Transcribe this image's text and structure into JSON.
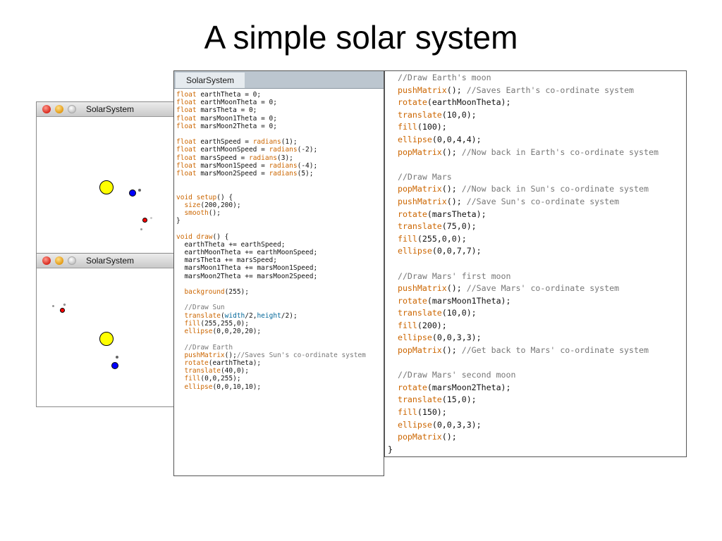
{
  "slide": {
    "title": "A simple solar system"
  },
  "sketch_windows": [
    {
      "title": "SolarSystem",
      "bodies": [
        {
          "name": "sun",
          "color": "#ffff00"
        },
        {
          "name": "earth",
          "color": "#0000ff"
        },
        {
          "name": "earth-moon",
          "color": "#646464"
        },
        {
          "name": "mars",
          "color": "#ff0000"
        },
        {
          "name": "mars-moon-1",
          "color": "#c8c8c8"
        },
        {
          "name": "mars-moon-2",
          "color": "#969696"
        }
      ]
    },
    {
      "title": "SolarSystem",
      "bodies": [
        {
          "name": "sun",
          "color": "#ffff00"
        },
        {
          "name": "earth",
          "color": "#0000ff"
        },
        {
          "name": "earth-moon",
          "color": "#646464"
        },
        {
          "name": "mars",
          "color": "#ff0000"
        },
        {
          "name": "mars-moon-1",
          "color": "#c8c8c8"
        },
        {
          "name": "mars-moon-2",
          "color": "#969696"
        }
      ]
    }
  ],
  "editor": {
    "tab_label": "SolarSystem",
    "left_lines": [
      [
        [
          "kw",
          "float"
        ],
        [
          "t",
          " earthTheta = 0;"
        ]
      ],
      [
        [
          "kw",
          "float"
        ],
        [
          "t",
          " earthMoonTheta = 0;"
        ]
      ],
      [
        [
          "kw",
          "float"
        ],
        [
          "t",
          " marsTheta = 0;"
        ]
      ],
      [
        [
          "kw",
          "float"
        ],
        [
          "t",
          " marsMoon1Theta = 0;"
        ]
      ],
      [
        [
          "kw",
          "float"
        ],
        [
          "t",
          " marsMoon2Theta = 0;"
        ]
      ],
      [
        [
          "t",
          ""
        ]
      ],
      [
        [
          "kw",
          "float"
        ],
        [
          "t",
          " earthSpeed = "
        ],
        [
          "kw",
          "radians"
        ],
        [
          "t",
          "(1);"
        ]
      ],
      [
        [
          "kw",
          "float"
        ],
        [
          "t",
          " earthMoonSpeed = "
        ],
        [
          "kw",
          "radians"
        ],
        [
          "t",
          "(-2);"
        ]
      ],
      [
        [
          "kw",
          "float"
        ],
        [
          "t",
          " marsSpeed = "
        ],
        [
          "kw",
          "radians"
        ],
        [
          "t",
          "(3);"
        ]
      ],
      [
        [
          "kw",
          "float"
        ],
        [
          "t",
          " marsMoon1Speed = "
        ],
        [
          "kw",
          "radians"
        ],
        [
          "t",
          "(-4);"
        ]
      ],
      [
        [
          "kw",
          "float"
        ],
        [
          "t",
          " marsMoon2Speed = "
        ],
        [
          "kw",
          "radians"
        ],
        [
          "t",
          "(5);"
        ]
      ],
      [
        [
          "t",
          ""
        ]
      ],
      [
        [
          "t",
          ""
        ]
      ],
      [
        [
          "kw",
          "void"
        ],
        [
          "t",
          " "
        ],
        [
          "kw",
          "setup"
        ],
        [
          "t",
          "() {"
        ]
      ],
      [
        [
          "t",
          "  "
        ],
        [
          "kw",
          "size"
        ],
        [
          "t",
          "(200,200);"
        ]
      ],
      [
        [
          "t",
          "  "
        ],
        [
          "kw",
          "smooth"
        ],
        [
          "t",
          "();"
        ]
      ],
      [
        [
          "t",
          "}"
        ]
      ],
      [
        [
          "t",
          ""
        ]
      ],
      [
        [
          "kw",
          "void"
        ],
        [
          "t",
          " "
        ],
        [
          "kw",
          "draw"
        ],
        [
          "t",
          "() {"
        ]
      ],
      [
        [
          "t",
          "  earthTheta += earthSpeed;"
        ]
      ],
      [
        [
          "t",
          "  earthMoonTheta += earthMoonSpeed;"
        ]
      ],
      [
        [
          "t",
          "  marsTheta += marsSpeed;"
        ]
      ],
      [
        [
          "t",
          "  marsMoon1Theta += marsMoon1Speed;"
        ]
      ],
      [
        [
          "t",
          "  marsMoon2Theta += marsMoon2Speed;"
        ]
      ],
      [
        [
          "t",
          ""
        ]
      ],
      [
        [
          "t",
          "  "
        ],
        [
          "kw",
          "background"
        ],
        [
          "t",
          "(255);"
        ]
      ],
      [
        [
          "t",
          ""
        ]
      ],
      [
        [
          "cm",
          "  //Draw Sun"
        ]
      ],
      [
        [
          "t",
          "  "
        ],
        [
          "kw",
          "translate"
        ],
        [
          "t",
          "("
        ],
        [
          "cn",
          "width"
        ],
        [
          "t",
          "/2,"
        ],
        [
          "cn",
          "height"
        ],
        [
          "t",
          "/2);"
        ]
      ],
      [
        [
          "t",
          "  "
        ],
        [
          "kw",
          "fill"
        ],
        [
          "t",
          "(255,255,0);"
        ]
      ],
      [
        [
          "t",
          "  "
        ],
        [
          "kw",
          "ellipse"
        ],
        [
          "t",
          "(0,0,20,20);"
        ]
      ],
      [
        [
          "t",
          ""
        ]
      ],
      [
        [
          "cm",
          "  //Draw Earth"
        ]
      ],
      [
        [
          "t",
          "  "
        ],
        [
          "kw",
          "pushMatrix"
        ],
        [
          "t",
          "();"
        ],
        [
          "cm",
          "//Saves Sun's co-ordinate system"
        ]
      ],
      [
        [
          "t",
          "  "
        ],
        [
          "kw",
          "rotate"
        ],
        [
          "t",
          "(earthTheta);"
        ]
      ],
      [
        [
          "t",
          "  "
        ],
        [
          "kw",
          "translate"
        ],
        [
          "t",
          "(40,0);"
        ]
      ],
      [
        [
          "t",
          "  "
        ],
        [
          "kw",
          "fill"
        ],
        [
          "t",
          "(0,0,255);"
        ]
      ],
      [
        [
          "t",
          "  "
        ],
        [
          "kw",
          "ellipse"
        ],
        [
          "t",
          "(0,0,10,10);"
        ]
      ]
    ],
    "right_lines": [
      [
        [
          "cm",
          "  //Draw Earth's moon"
        ]
      ],
      [
        [
          "t",
          "  "
        ],
        [
          "kw",
          "pushMatrix"
        ],
        [
          "t",
          "(); "
        ],
        [
          "cm",
          "//Saves Earth's co-ordinate system"
        ]
      ],
      [
        [
          "t",
          "  "
        ],
        [
          "kw",
          "rotate"
        ],
        [
          "t",
          "(earthMoonTheta);"
        ]
      ],
      [
        [
          "t",
          "  "
        ],
        [
          "kw",
          "translate"
        ],
        [
          "t",
          "(10,0);"
        ]
      ],
      [
        [
          "t",
          "  "
        ],
        [
          "kw",
          "fill"
        ],
        [
          "t",
          "(100);"
        ]
      ],
      [
        [
          "t",
          "  "
        ],
        [
          "kw",
          "ellipse"
        ],
        [
          "t",
          "(0,0,4,4);"
        ]
      ],
      [
        [
          "t",
          "  "
        ],
        [
          "kw",
          "popMatrix"
        ],
        [
          "t",
          "(); "
        ],
        [
          "cm",
          "//Now back in Earth's co-ordinate system"
        ]
      ],
      [
        [
          "t",
          ""
        ]
      ],
      [
        [
          "cm",
          "  //Draw Mars"
        ]
      ],
      [
        [
          "t",
          "  "
        ],
        [
          "kw",
          "popMatrix"
        ],
        [
          "t",
          "(); "
        ],
        [
          "cm",
          "//Now back in Sun's co-ordinate system"
        ]
      ],
      [
        [
          "t",
          "  "
        ],
        [
          "kw",
          "pushMatrix"
        ],
        [
          "t",
          "(); "
        ],
        [
          "cm",
          "//Save Sun's co-ordinate system"
        ]
      ],
      [
        [
          "t",
          "  "
        ],
        [
          "kw",
          "rotate"
        ],
        [
          "t",
          "(marsTheta);"
        ]
      ],
      [
        [
          "t",
          "  "
        ],
        [
          "kw",
          "translate"
        ],
        [
          "t",
          "(75,0);"
        ]
      ],
      [
        [
          "t",
          "  "
        ],
        [
          "kw",
          "fill"
        ],
        [
          "t",
          "(255,0,0);"
        ]
      ],
      [
        [
          "t",
          "  "
        ],
        [
          "kw",
          "ellipse"
        ],
        [
          "t",
          "(0,0,7,7);"
        ]
      ],
      [
        [
          "t",
          ""
        ]
      ],
      [
        [
          "cm",
          "  //Draw Mars' first moon"
        ]
      ],
      [
        [
          "t",
          "  "
        ],
        [
          "kw",
          "pushMatrix"
        ],
        [
          "t",
          "(); "
        ],
        [
          "cm",
          "//Save Mars' co-ordinate system"
        ]
      ],
      [
        [
          "t",
          "  "
        ],
        [
          "kw",
          "rotate"
        ],
        [
          "t",
          "(marsMoon1Theta);"
        ]
      ],
      [
        [
          "t",
          "  "
        ],
        [
          "kw",
          "translate"
        ],
        [
          "t",
          "(10,0);"
        ]
      ],
      [
        [
          "t",
          "  "
        ],
        [
          "kw",
          "fill"
        ],
        [
          "t",
          "(200);"
        ]
      ],
      [
        [
          "t",
          "  "
        ],
        [
          "kw",
          "ellipse"
        ],
        [
          "t",
          "(0,0,3,3);"
        ]
      ],
      [
        [
          "t",
          "  "
        ],
        [
          "kw",
          "popMatrix"
        ],
        [
          "t",
          "(); "
        ],
        [
          "cm",
          "//Get back to Mars' co-ordinate system"
        ]
      ],
      [
        [
          "t",
          ""
        ]
      ],
      [
        [
          "cm",
          "  //Draw Mars' second moon"
        ]
      ],
      [
        [
          "t",
          "  "
        ],
        [
          "kw",
          "rotate"
        ],
        [
          "t",
          "(marsMoon2Theta);"
        ]
      ],
      [
        [
          "t",
          "  "
        ],
        [
          "kw",
          "translate"
        ],
        [
          "t",
          "(15,0);"
        ]
      ],
      [
        [
          "t",
          "  "
        ],
        [
          "kw",
          "fill"
        ],
        [
          "t",
          "(150);"
        ]
      ],
      [
        [
          "t",
          "  "
        ],
        [
          "kw",
          "ellipse"
        ],
        [
          "t",
          "(0,0,3,3);"
        ]
      ],
      [
        [
          "t",
          "  "
        ],
        [
          "kw",
          "popMatrix"
        ],
        [
          "t",
          "();"
        ]
      ],
      [
        [
          "t",
          "}"
        ]
      ]
    ]
  }
}
